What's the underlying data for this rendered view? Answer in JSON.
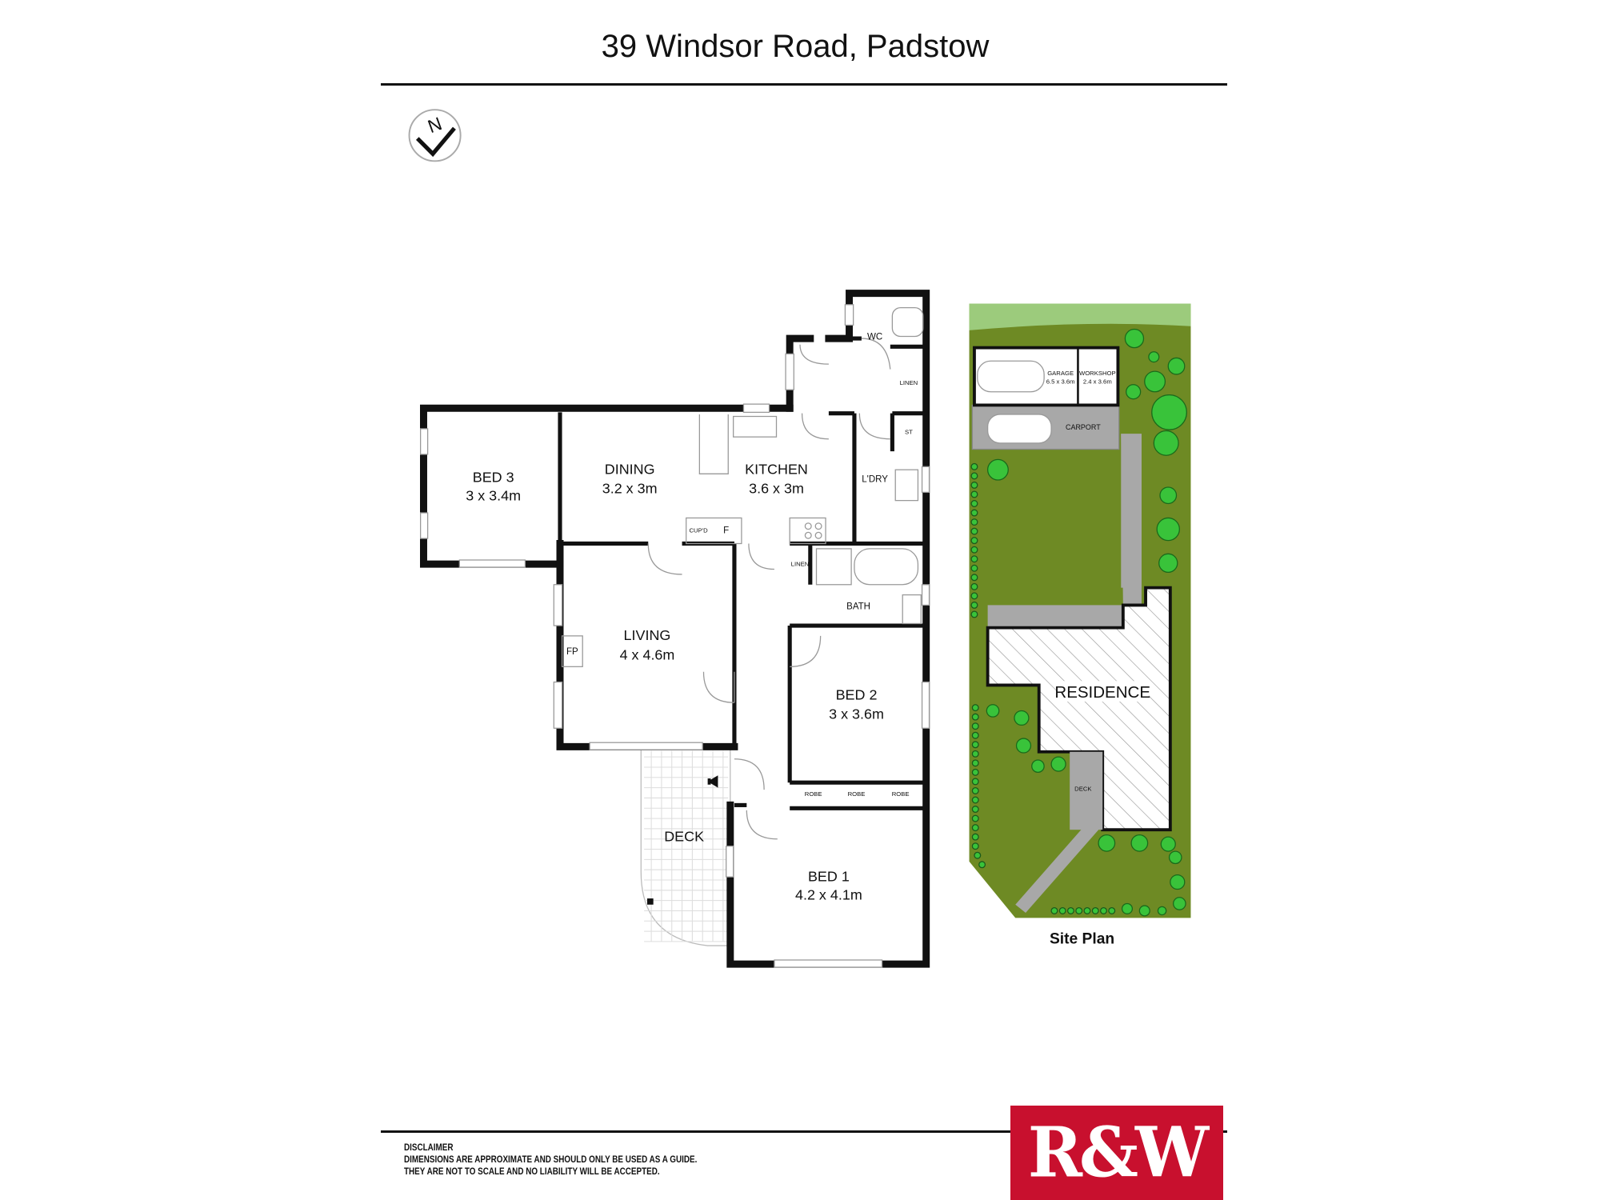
{
  "header": {
    "title": "39 Windsor Road, Padstow"
  },
  "compass": {
    "label": "N"
  },
  "rooms": [
    {
      "name": "BED 3",
      "size": "3 x 3.4m"
    },
    {
      "name": "DINING",
      "size": "3.2 x 3m"
    },
    {
      "name": "KITCHEN",
      "size": "3.6 x 3m"
    },
    {
      "name": "LIVING",
      "size": "4 x 4.6m"
    },
    {
      "name": "BED 2",
      "size": "3 x 3.6m"
    },
    {
      "name": "BED 1",
      "size": "4.2 x 4.1m"
    }
  ],
  "small_labels": {
    "wc": "WC",
    "linen": "LINEN",
    "st": "ST",
    "ldry": "L'DRY",
    "cupd": "CUP'D",
    "fridge": "F",
    "linen2": "LINEN",
    "bath": "BATH",
    "fp": "FP",
    "robe": "ROBE",
    "deck": "DECK"
  },
  "site": {
    "title": "Site Plan",
    "garage": "GARAGE",
    "garage_size": "6.5 x 3.6m",
    "workshop": "WORKSHOP",
    "workshop_size": "2.4 x 3.6m",
    "carport": "CARPORT",
    "residence": "RESIDENCE",
    "deck": "DECK"
  },
  "colors": {
    "lawn": "#6e8a24",
    "verge": "#9ccb7c",
    "path": "#a8a8a8",
    "tree": "#39c33a",
    "brand": "#c8102e"
  },
  "footer": {
    "disclaimer_title": "DISCLAIMER",
    "disclaimer_line1": "DIMENSIONS ARE APPROXIMATE AND SHOULD ONLY BE USED AS A  GUIDE.",
    "disclaimer_line2": "THEY ARE NOT TO SCALE AND NO LIABILITY WILL BE ACCEPTED.",
    "logo": "R&W"
  }
}
